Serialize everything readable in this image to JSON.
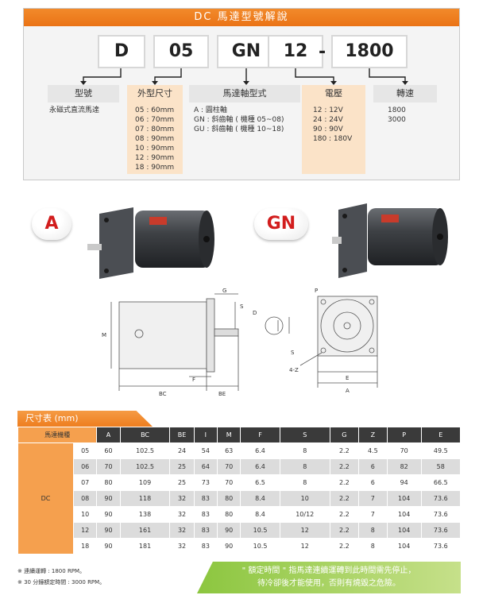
{
  "panel_title": "DC 馬達型號解說",
  "code": {
    "d": "D",
    "size": "05",
    "shaft": "GN",
    "volt": "12",
    "dash": "-",
    "rpm": "1800"
  },
  "columns": {
    "type": {
      "head": "型號",
      "body": [
        "永磁式直流馬達"
      ]
    },
    "size": {
      "head": "外型尺寸",
      "body": [
        "05 : 60mm",
        "06 : 70mm",
        "07 : 80mm",
        "08 : 90mm",
        "10 : 90mm",
        "12 : 90mm",
        "18 : 90mm"
      ]
    },
    "shaft": {
      "head": "馬達軸型式",
      "body": [
        "A : 圓柱軸",
        "GN : 斜齒軸 ( 機種 05~08)",
        "GU : 斜齒軸 ( 機種 10~18)"
      ]
    },
    "volt": {
      "head": "電壓",
      "body": [
        "12 : 12V",
        "24 : 24V",
        "90 : 90V",
        "180 : 180V"
      ]
    },
    "rpm": {
      "head": "轉速",
      "body": [
        "1800",
        "3000"
      ]
    }
  },
  "badges": {
    "a": "A",
    "gn": "GN"
  },
  "drawing_labels": {
    "g": "G",
    "s": "S",
    "m": "M",
    "d": "D",
    "f": "F",
    "bc": "BC",
    "be": "BE",
    "p": "P",
    "s2": "S",
    "fourz": "4-Z",
    "e": "E",
    "a": "A"
  },
  "table": {
    "tab_label": "尺寸表 (mm)",
    "headers": [
      "馬達機種",
      "A",
      "BC",
      "BE",
      "I",
      "M",
      "F",
      "S",
      "G",
      "Z",
      "P",
      "E"
    ],
    "series": "DC",
    "rows": [
      [
        "05",
        "60",
        "102.5",
        "24",
        "54",
        "63",
        "6.4",
        "8",
        "2.2",
        "4.5",
        "70",
        "49.5"
      ],
      [
        "06",
        "70",
        "102.5",
        "25",
        "64",
        "70",
        "6.4",
        "8",
        "2.2",
        "6",
        "82",
        "58"
      ],
      [
        "07",
        "80",
        "109",
        "25",
        "73",
        "70",
        "6.5",
        "8",
        "2.2",
        "6",
        "94",
        "66.5"
      ],
      [
        "08",
        "90",
        "118",
        "32",
        "83",
        "80",
        "8.4",
        "10",
        "2.2",
        "7",
        "104",
        "73.6"
      ],
      [
        "10",
        "90",
        "138",
        "32",
        "83",
        "80",
        "8.4",
        "10/12",
        "2.2",
        "7",
        "104",
        "73.6"
      ],
      [
        "12",
        "90",
        "161",
        "32",
        "83",
        "90",
        "10.5",
        "12",
        "2.2",
        "8",
        "104",
        "73.6"
      ],
      [
        "18",
        "90",
        "181",
        "32",
        "83",
        "90",
        "10.5",
        "12",
        "2.2",
        "8",
        "104",
        "73.6"
      ]
    ]
  },
  "footnotes": [
    "※ 連續運轉 : 1800 RPM。",
    "※ 30 分鐘額定時間 : 3000 RPM。"
  ],
  "notice": [
    "\" 額定時間 \" 指馬達連續運轉到此時間需先停止，",
    "待冷卻後才能使用，否則有燒毀之危險。"
  ],
  "colors": {
    "orange": "#ee7e1f",
    "peach": "#fbe3c8",
    "dark": "#3a3a3a",
    "green": "#8cc63f",
    "red": "#d21d1d"
  }
}
